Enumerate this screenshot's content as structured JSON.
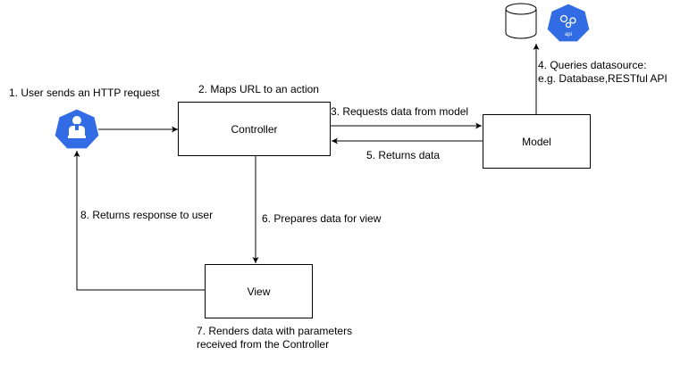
{
  "nodes": {
    "controller": "Controller",
    "model": "Model",
    "view": "View",
    "api_icon_text": "api"
  },
  "steps": {
    "s1": "1. User sends an HTTP request",
    "s2": "2. Maps URL to an action",
    "s3": "3. Requests data from model",
    "s4_line1": "4. Queries datasource:",
    "s4_line2": "e.g. Database,RESTful API",
    "s5": "5. Returns data",
    "s6": "6. Prepares data for view",
    "s7_line1": "7. Renders data with parameters",
    "s7_line2": "received from the Controller",
    "s8": "8. Returns response to user"
  },
  "colors": {
    "icon_blue": "#326ce5",
    "line": "#000000"
  },
  "icons": {
    "user": "user-icon",
    "database": "database-icon",
    "api": "api-icon"
  }
}
